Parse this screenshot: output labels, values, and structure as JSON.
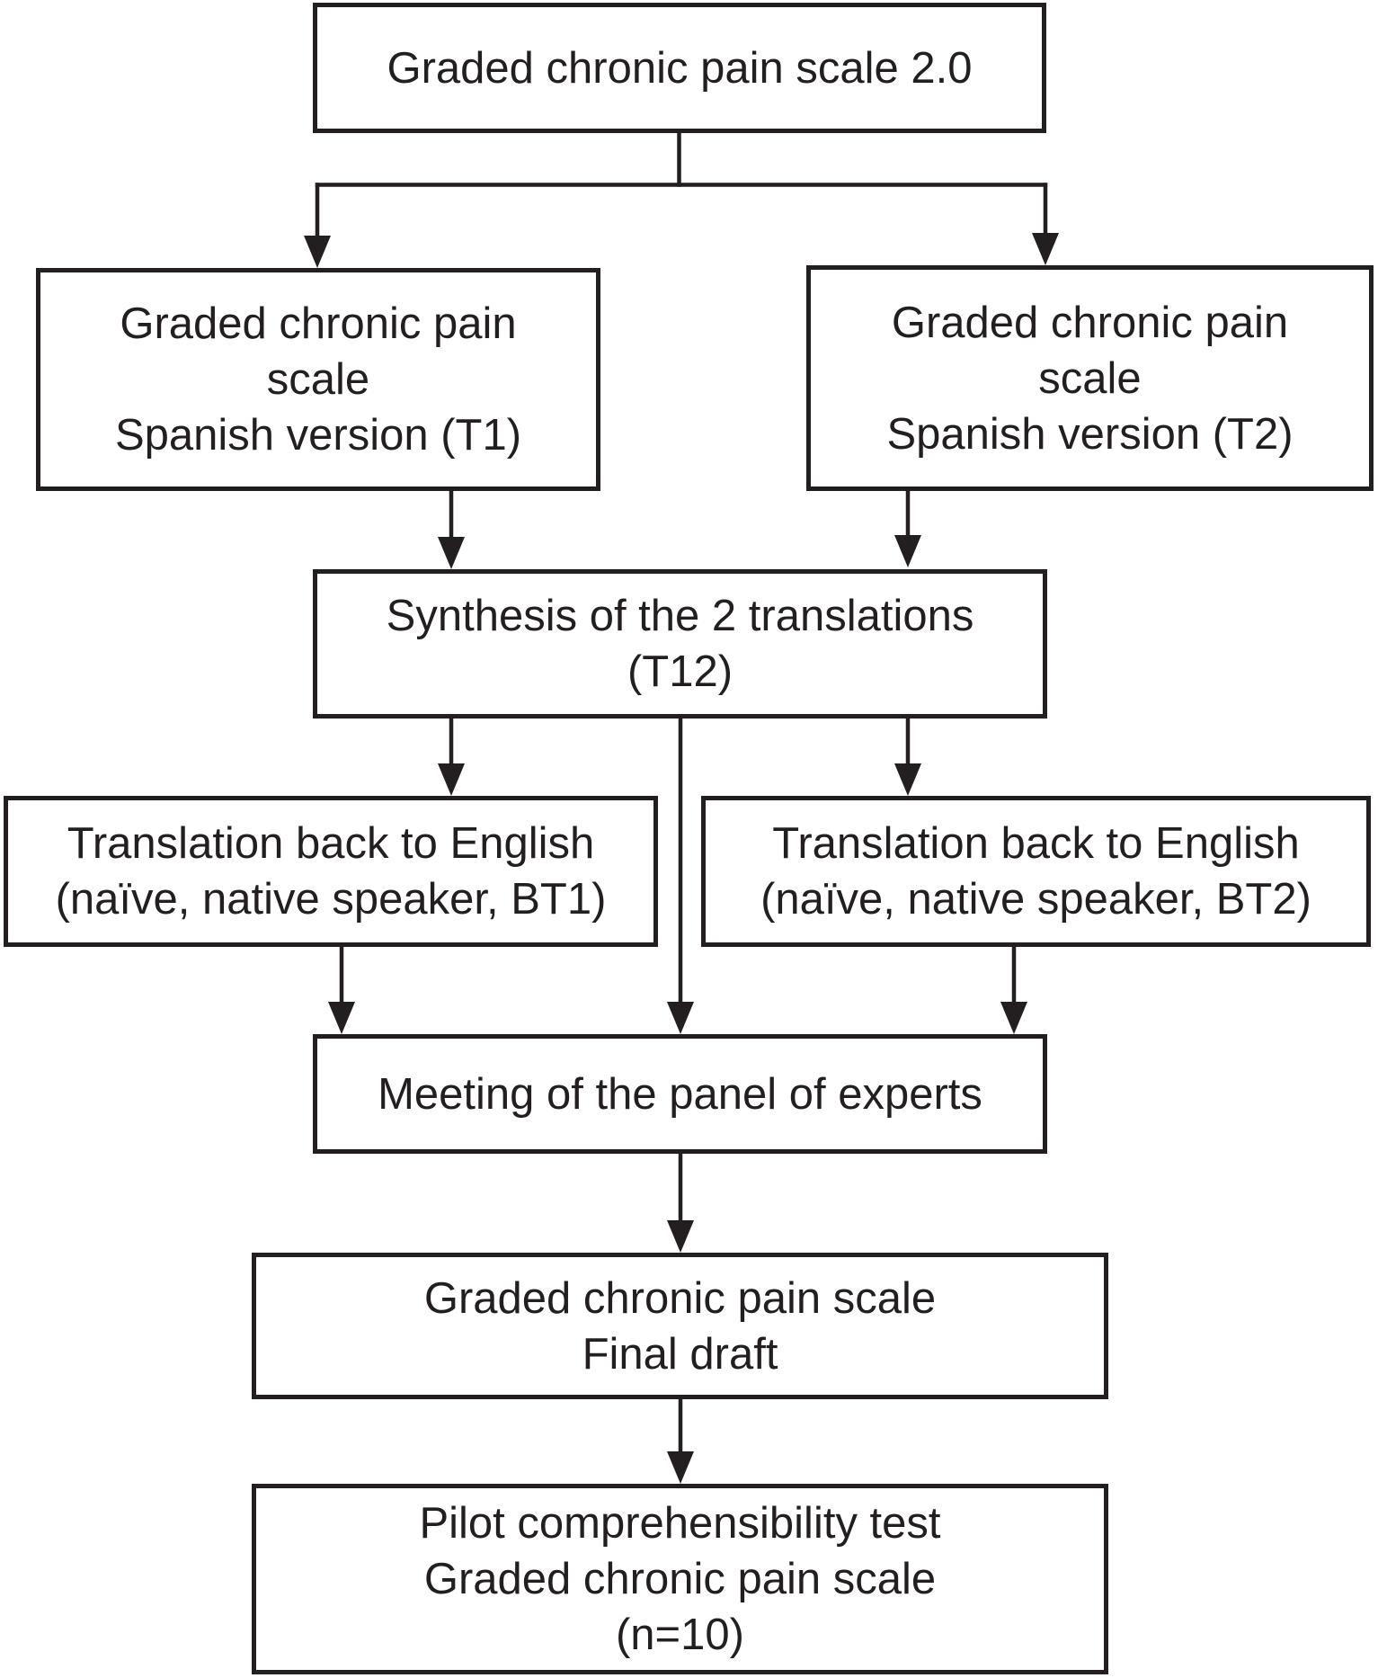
{
  "flowchart": {
    "description": "Flowchart of translation and adaptation process of the Graded chronic pain scale",
    "colors": {
      "ink": "#231f20",
      "background": "#ffffff",
      "node_fill": "#ffffff"
    },
    "nodes": [
      {
        "id": "gcps20",
        "lines": [
          "Graded chronic pain scale 2.0"
        ]
      },
      {
        "id": "t1",
        "lines": [
          "Graded chronic pain",
          "scale",
          "Spanish version (T1)"
        ]
      },
      {
        "id": "t2",
        "lines": [
          "Graded chronic pain",
          "scale",
          "Spanish version (T2)"
        ]
      },
      {
        "id": "synthesis",
        "lines": [
          "Synthesis of the 2 translations",
          "(T12)"
        ]
      },
      {
        "id": "bt1",
        "lines": [
          "Translation back to English",
          "(naïve, native speaker, BT1)"
        ]
      },
      {
        "id": "bt2",
        "lines": [
          "Translation back to English",
          "(naïve, native speaker, BT2)"
        ]
      },
      {
        "id": "meeting",
        "lines": [
          "Meeting of the panel of experts"
        ]
      },
      {
        "id": "final",
        "lines": [
          "Graded chronic pain scale",
          "Final draft"
        ]
      },
      {
        "id": "pilot",
        "lines": [
          "Pilot comprehensibility test",
          "Graded chronic pain scale",
          "(n=10)"
        ]
      }
    ],
    "edges": [
      {
        "from": "gcps20",
        "to": "t1"
      },
      {
        "from": "gcps20",
        "to": "t2"
      },
      {
        "from": "t1",
        "to": "synthesis"
      },
      {
        "from": "t2",
        "to": "synthesis"
      },
      {
        "from": "synthesis",
        "to": "bt1"
      },
      {
        "from": "synthesis",
        "to": "meeting"
      },
      {
        "from": "synthesis",
        "to": "bt2"
      },
      {
        "from": "bt1",
        "to": "meeting"
      },
      {
        "from": "bt2",
        "to": "meeting"
      },
      {
        "from": "meeting",
        "to": "final"
      },
      {
        "from": "final",
        "to": "pilot"
      }
    ]
  }
}
